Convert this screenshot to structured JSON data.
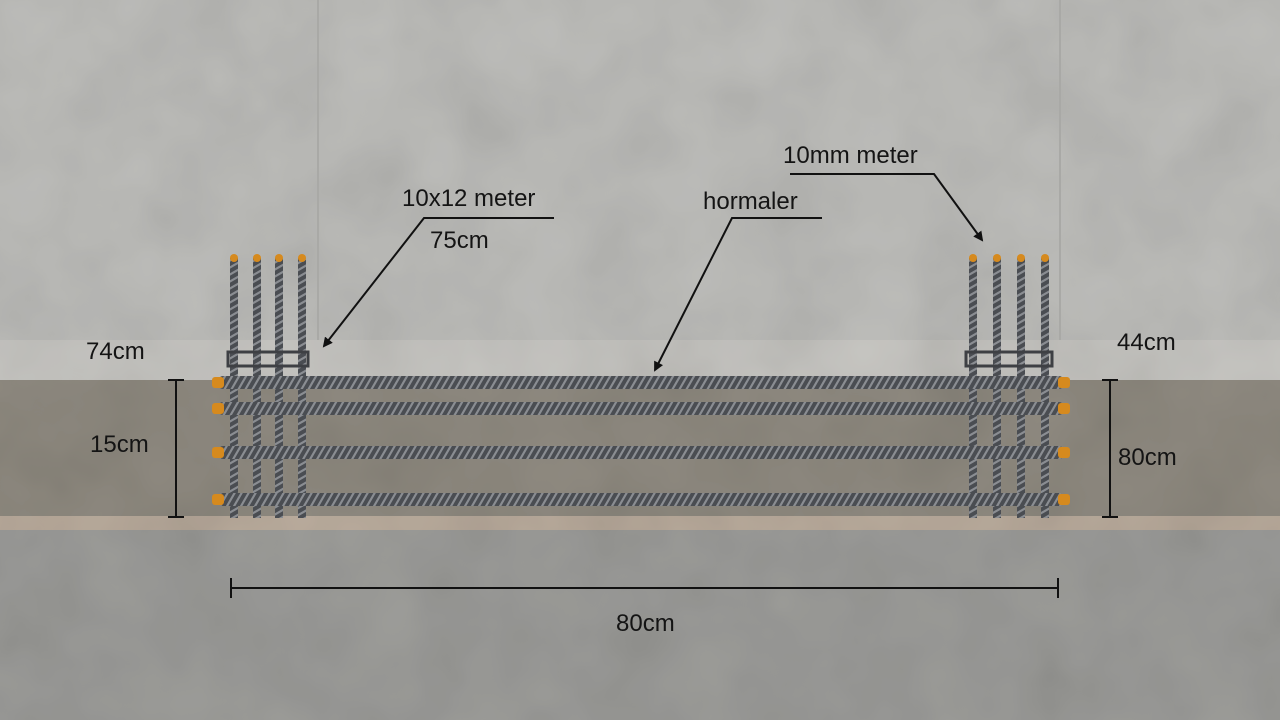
{
  "labels": {
    "callout_top_left": "10x12 meter",
    "callout_top_left_sub": "75cm",
    "callout_center": "hormaler",
    "callout_top_right": "10mm meter",
    "left_top_dim": "74cm",
    "left_height_dim": "15cm",
    "right_top_dim": "44cm",
    "right_height_dim": "80cm",
    "bottom_length_dim": "80cm"
  },
  "colors": {
    "concrete_upper": "#bdbdba",
    "concrete_band": "#c9c8c4",
    "soil": "#8f8a80",
    "slab_edge": "#b9ab9c",
    "concrete_lower": "#9c9c99",
    "rebar": "#4a4d52",
    "rebar_highlight": "#8a8d92",
    "cap_orange": "#d68a1e",
    "line": "#111111"
  }
}
